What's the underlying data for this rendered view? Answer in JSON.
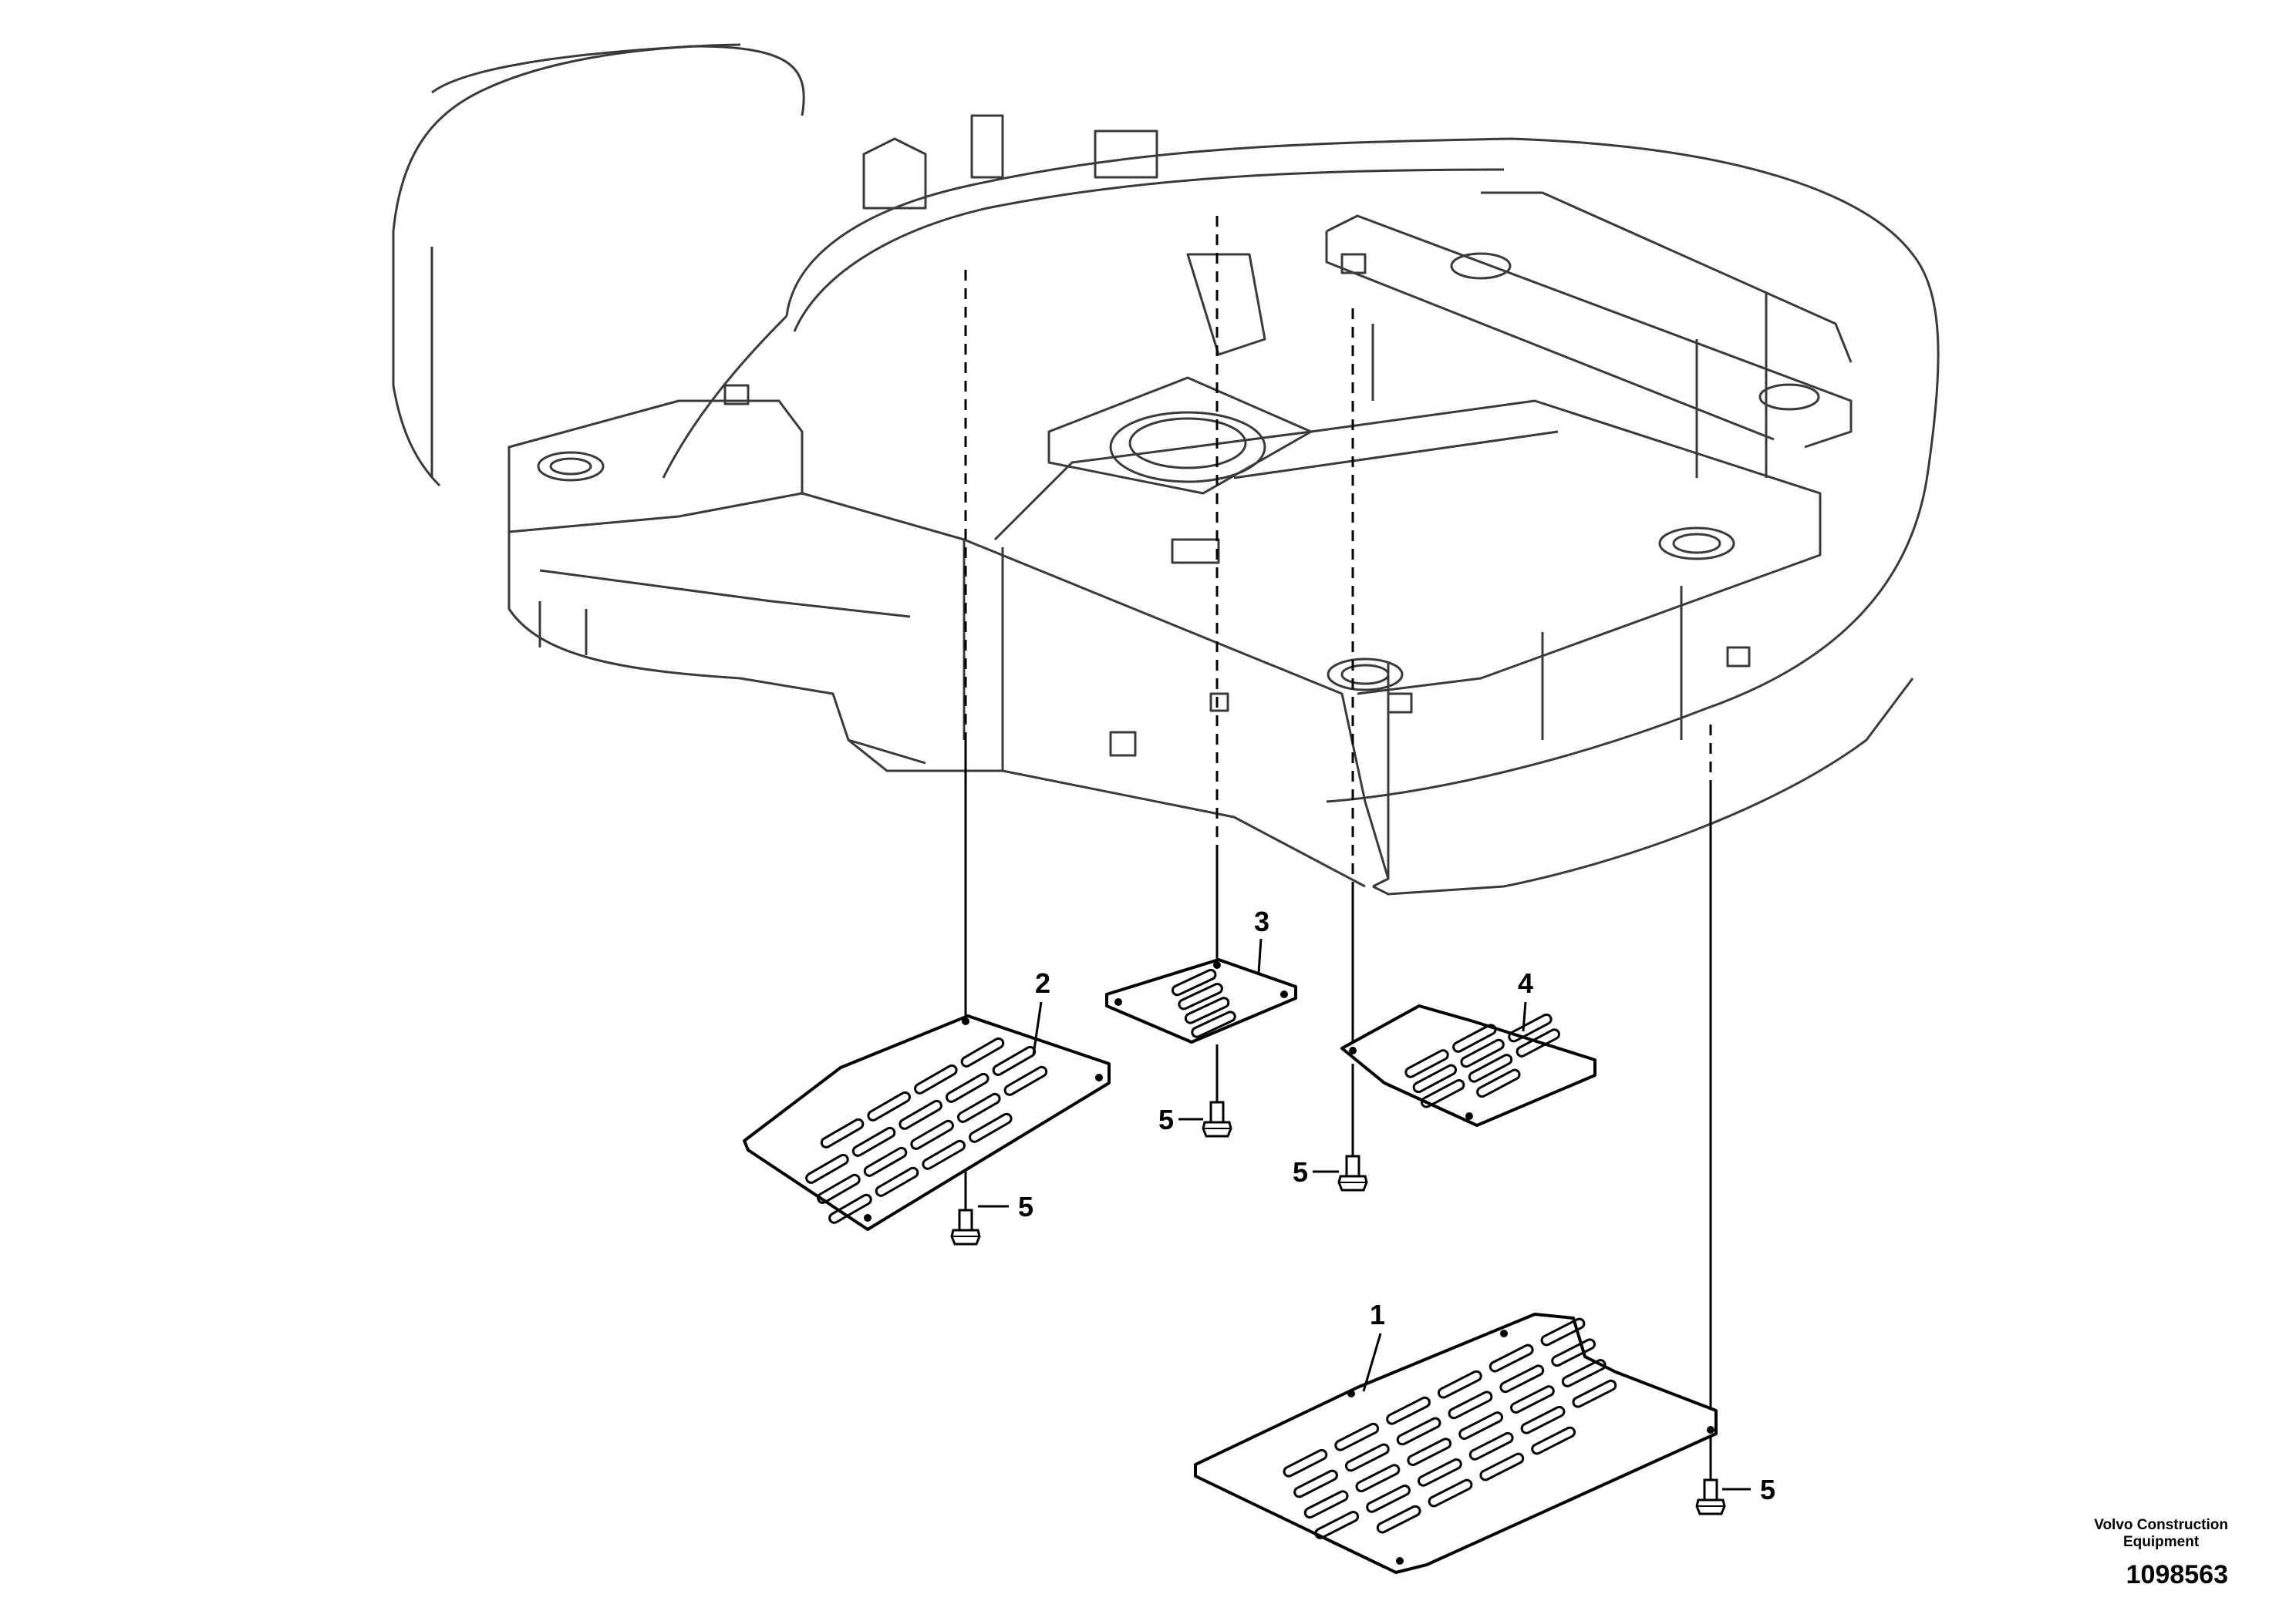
{
  "diagram": {
    "callouts": [
      {
        "id": "1",
        "label": "1"
      },
      {
        "id": "2",
        "label": "2"
      },
      {
        "id": "3",
        "label": "3"
      },
      {
        "id": "4",
        "label": "4"
      },
      {
        "id": "5a",
        "label": "5"
      },
      {
        "id": "5b",
        "label": "5"
      },
      {
        "id": "5c",
        "label": "5"
      },
      {
        "id": "5d",
        "label": "5"
      }
    ]
  },
  "footer": {
    "org_line1": "Volvo Construction",
    "org_line2": "Equipment",
    "drawing_number": "1098563"
  },
  "colors": {
    "line": "#000000",
    "frame": "#3a3a3a",
    "background": "#ffffff"
  }
}
